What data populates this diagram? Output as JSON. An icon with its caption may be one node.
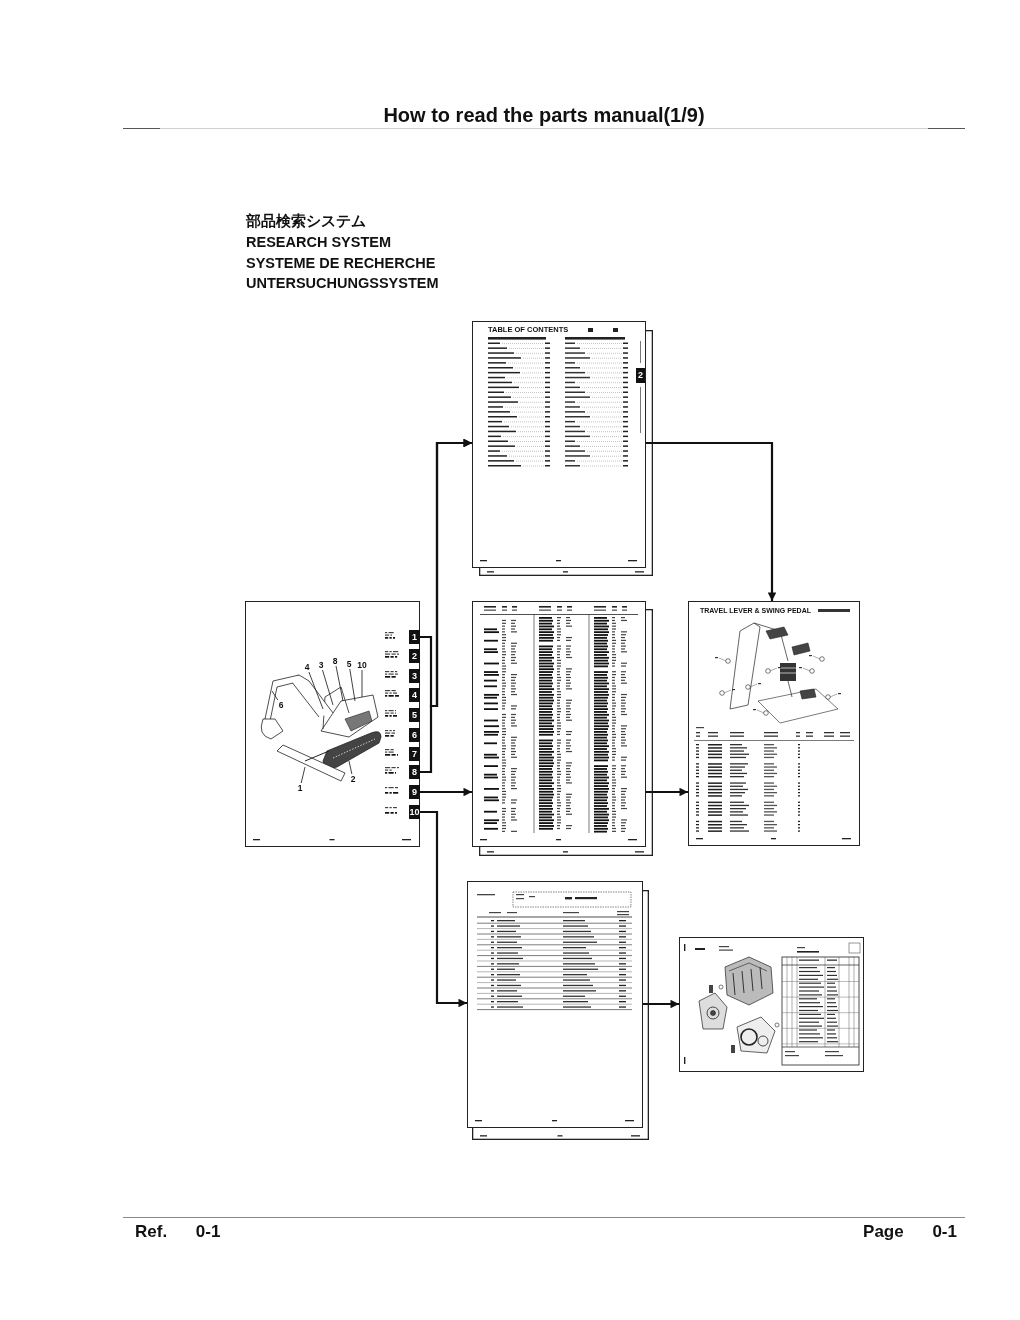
{
  "diagram": {
    "title": "How to read the parts manual(1/9)",
    "nodes": [
      {
        "text": [
          "TABLE OF CONTENTS"
        ]
      },
      {
        "text": [
          "2"
        ],
        "in": 0
      },
      {
        "text": [],
        "shape": "box"
      },
      {
        "text": [
          "1"
        ],
        "in": 2
      },
      {
        "text": [
          "2"
        ],
        "in": 2
      },
      {
        "text": [
          "3"
        ],
        "in": 2
      },
      {
        "text": [
          "4"
        ],
        "in": 2
      },
      {
        "text": [
          "5"
        ],
        "in": 2
      },
      {
        "text": [
          "6"
        ],
        "in": 2
      },
      {
        "text": [
          "7"
        ],
        "in": 2
      },
      {
        "text": [
          "8"
        ],
        "in": 2
      },
      {
        "text": [
          "9"
        ],
        "in": 2
      },
      {
        "text": [
          "10"
        ],
        "in": 2
      },
      {
        "text": [
          "6"
        ],
        "in": 2
      },
      {
        "text": [
          "4"
        ],
        "in": 2
      },
      {
        "text": [
          "3"
        ],
        "in": 2
      },
      {
        "text": [
          "8"
        ],
        "in": 2
      },
      {
        "text": [
          "5"
        ],
        "in": 2
      },
      {
        "text": [
          "10"
        ],
        "in": 2
      },
      {
        "text": [
          "2"
        ],
        "in": 2
      },
      {
        "text": [
          "1"
        ],
        "in": 2
      },
      {
        "text": [],
        "shape": "box"
      },
      {
        "text": [
          "TRAVEL LEVER & SWING PEDAL"
        ]
      },
      {
        "text": [],
        "shape": "box"
      },
      {
        "text": [],
        "shape": "box"
      }
    ],
    "edges": [
      {
        "from": 3,
        "to": 0,
        "arrow": "to"
      },
      {
        "from": 10,
        "to": 0,
        "arrow": "to"
      },
      {
        "from": 11,
        "to": 21,
        "arrow": "to"
      },
      {
        "from": 12,
        "to": 23,
        "arrow": "to"
      },
      {
        "from": 0,
        "to": 22,
        "arrow": "to"
      },
      {
        "from": 21,
        "to": 22,
        "arrow": "to"
      },
      {
        "from": 23,
        "to": 24,
        "arrow": "to"
      },
      {
        "from": 13,
        "to": null,
        "arrow": "none"
      },
      {
        "from": 14,
        "to": null,
        "arrow": "none"
      },
      {
        "from": 15,
        "to": null,
        "arrow": "none"
      },
      {
        "from": 16,
        "to": null,
        "arrow": "none"
      },
      {
        "from": 17,
        "to": null,
        "arrow": "none"
      },
      {
        "from": 18,
        "to": null,
        "arrow": "none"
      },
      {
        "from": 19,
        "to": null,
        "arrow": "none"
      },
      {
        "from": 20,
        "to": null,
        "arrow": "none"
      }
    ],
    "labels": [
      "部品検索システム",
      "RESEARCH SYSTEM",
      "SYSTEME DE RECHERCHE",
      "UNTERSUCHUNGSSYSTEM",
      "Ref. 0-1",
      "Page 0-1"
    ]
  }
}
